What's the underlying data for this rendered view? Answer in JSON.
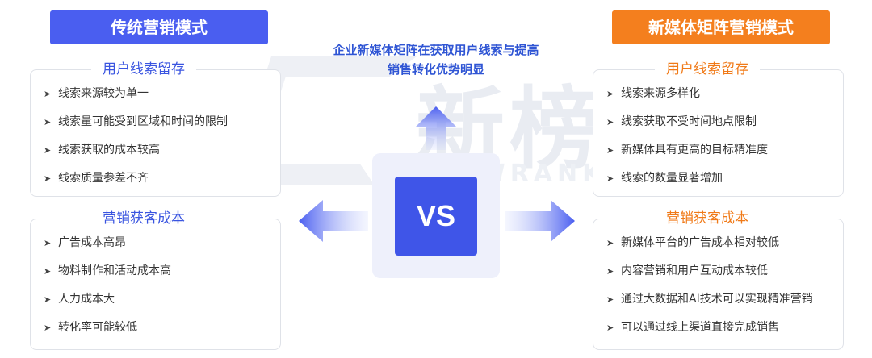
{
  "watermark": {
    "cn": "新榜",
    "en": "NEWRANK.CN"
  },
  "left": {
    "title": "传统营销模式",
    "sections": [
      {
        "label": "用户线索留存",
        "items": [
          "线索来源较为单一",
          "线索量可能受到区域和时间的限制",
          "线索获取的成本较高",
          "线索质量参差不齐"
        ]
      },
      {
        "label": "营销获客成本",
        "items": [
          "广告成本高昂",
          "物料制作和活动成本高",
          "人力成本大",
          "转化率可能较低"
        ]
      }
    ]
  },
  "right": {
    "title": "新媒体矩阵营销模式",
    "sections": [
      {
        "label": "用户线索留存",
        "items": [
          "线索来源多样化",
          "线索获取不受时间地点限制",
          "新媒体具有更高的目标精准度",
          "线索的数量显著增加"
        ]
      },
      {
        "label": "营销获客成本",
        "items": [
          "新媒体平台的广告成本相对较低",
          "内容营销和用户互动成本较低",
          "通过大数据和AI技术可以实现精准营销",
          "可以通过线上渠道直接完成销售"
        ]
      }
    ]
  },
  "center": {
    "caption_line1": "企业新媒体矩阵在获取用户线索与提高",
    "caption_line2": "销售转化优势明显",
    "vs": "VS"
  },
  "colors": {
    "blue": "#4a5ef0",
    "orange": "#f47f1e",
    "caption": "#2f55d4"
  }
}
